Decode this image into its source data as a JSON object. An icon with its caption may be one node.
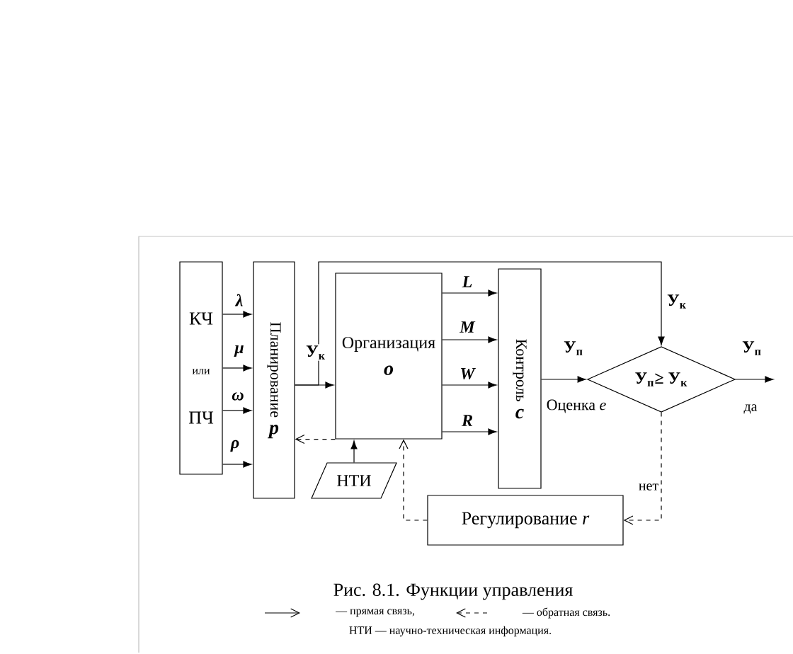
{
  "diagram": {
    "caption": "Рис. 8.1. Функции управления",
    "nodes": [
      {
        "text": [
          "КЧ",
          "или",
          "ПЧ"
        ]
      },
      {
        "text": [
          "Планирование",
          "p"
        ]
      },
      {
        "text": [
          "Организация",
          "o"
        ]
      },
      {
        "text": [
          "НТИ"
        ]
      },
      {
        "text": [
          "Контроль",
          "c"
        ]
      },
      {
        "text": [
          "У$_{п}$≥ У$_{к}$"
        ]
      },
      {
        "text": [
          "Регулирование *r*"
        ]
      }
    ],
    "edges": [
      {
        "from": 0,
        "to": 1,
        "arrow": "to",
        "label": "λ"
      },
      {
        "from": 0,
        "to": 1,
        "arrow": "to",
        "label": "μ"
      },
      {
        "from": 0,
        "to": 1,
        "arrow": "to",
        "label": "ω"
      },
      {
        "from": 0,
        "to": 1,
        "arrow": "to",
        "label": "ρ"
      },
      {
        "from": 1,
        "to": 2,
        "arrow": "to",
        "label": "У$_{к}$"
      },
      {
        "from": 1,
        "to": 5,
        "arrow": "to",
        "label": "У$_{к}$"
      },
      {
        "from": 2,
        "to": 4,
        "arrow": "to",
        "label": "L"
      },
      {
        "from": 2,
        "to": 4,
        "arrow": "to",
        "label": "M"
      },
      {
        "from": 2,
        "to": 4,
        "arrow": "to",
        "label": "W"
      },
      {
        "from": 2,
        "to": 4,
        "arrow": "to",
        "label": "R"
      },
      {
        "from": 2,
        "to": 1,
        "arrow": "to",
        "style": "dashed"
      },
      {
        "from": 3,
        "to": 2,
        "arrow": "to"
      },
      {
        "from": 6,
        "to": 2,
        "arrow": "to",
        "style": "dashed"
      },
      {
        "from": 4,
        "to": 5,
        "arrow": "to",
        "label": "У$_{п}$"
      },
      {
        "from": 5,
        "to": null,
        "arrow": "to",
        "label": "У$_{п}$"
      },
      {
        "from": 5,
        "to": 6,
        "arrow": "to",
        "style": "dashed",
        "label": "нет"
      }
    ],
    "labels": [
      "Оценка *e*",
      "да",
      "НТИ — научно-техническая информация."
    ],
    "legend": [
      {
        "text": "— прямая связь,"
      },
      {
        "text": "— обратная связь."
      }
    ]
  }
}
